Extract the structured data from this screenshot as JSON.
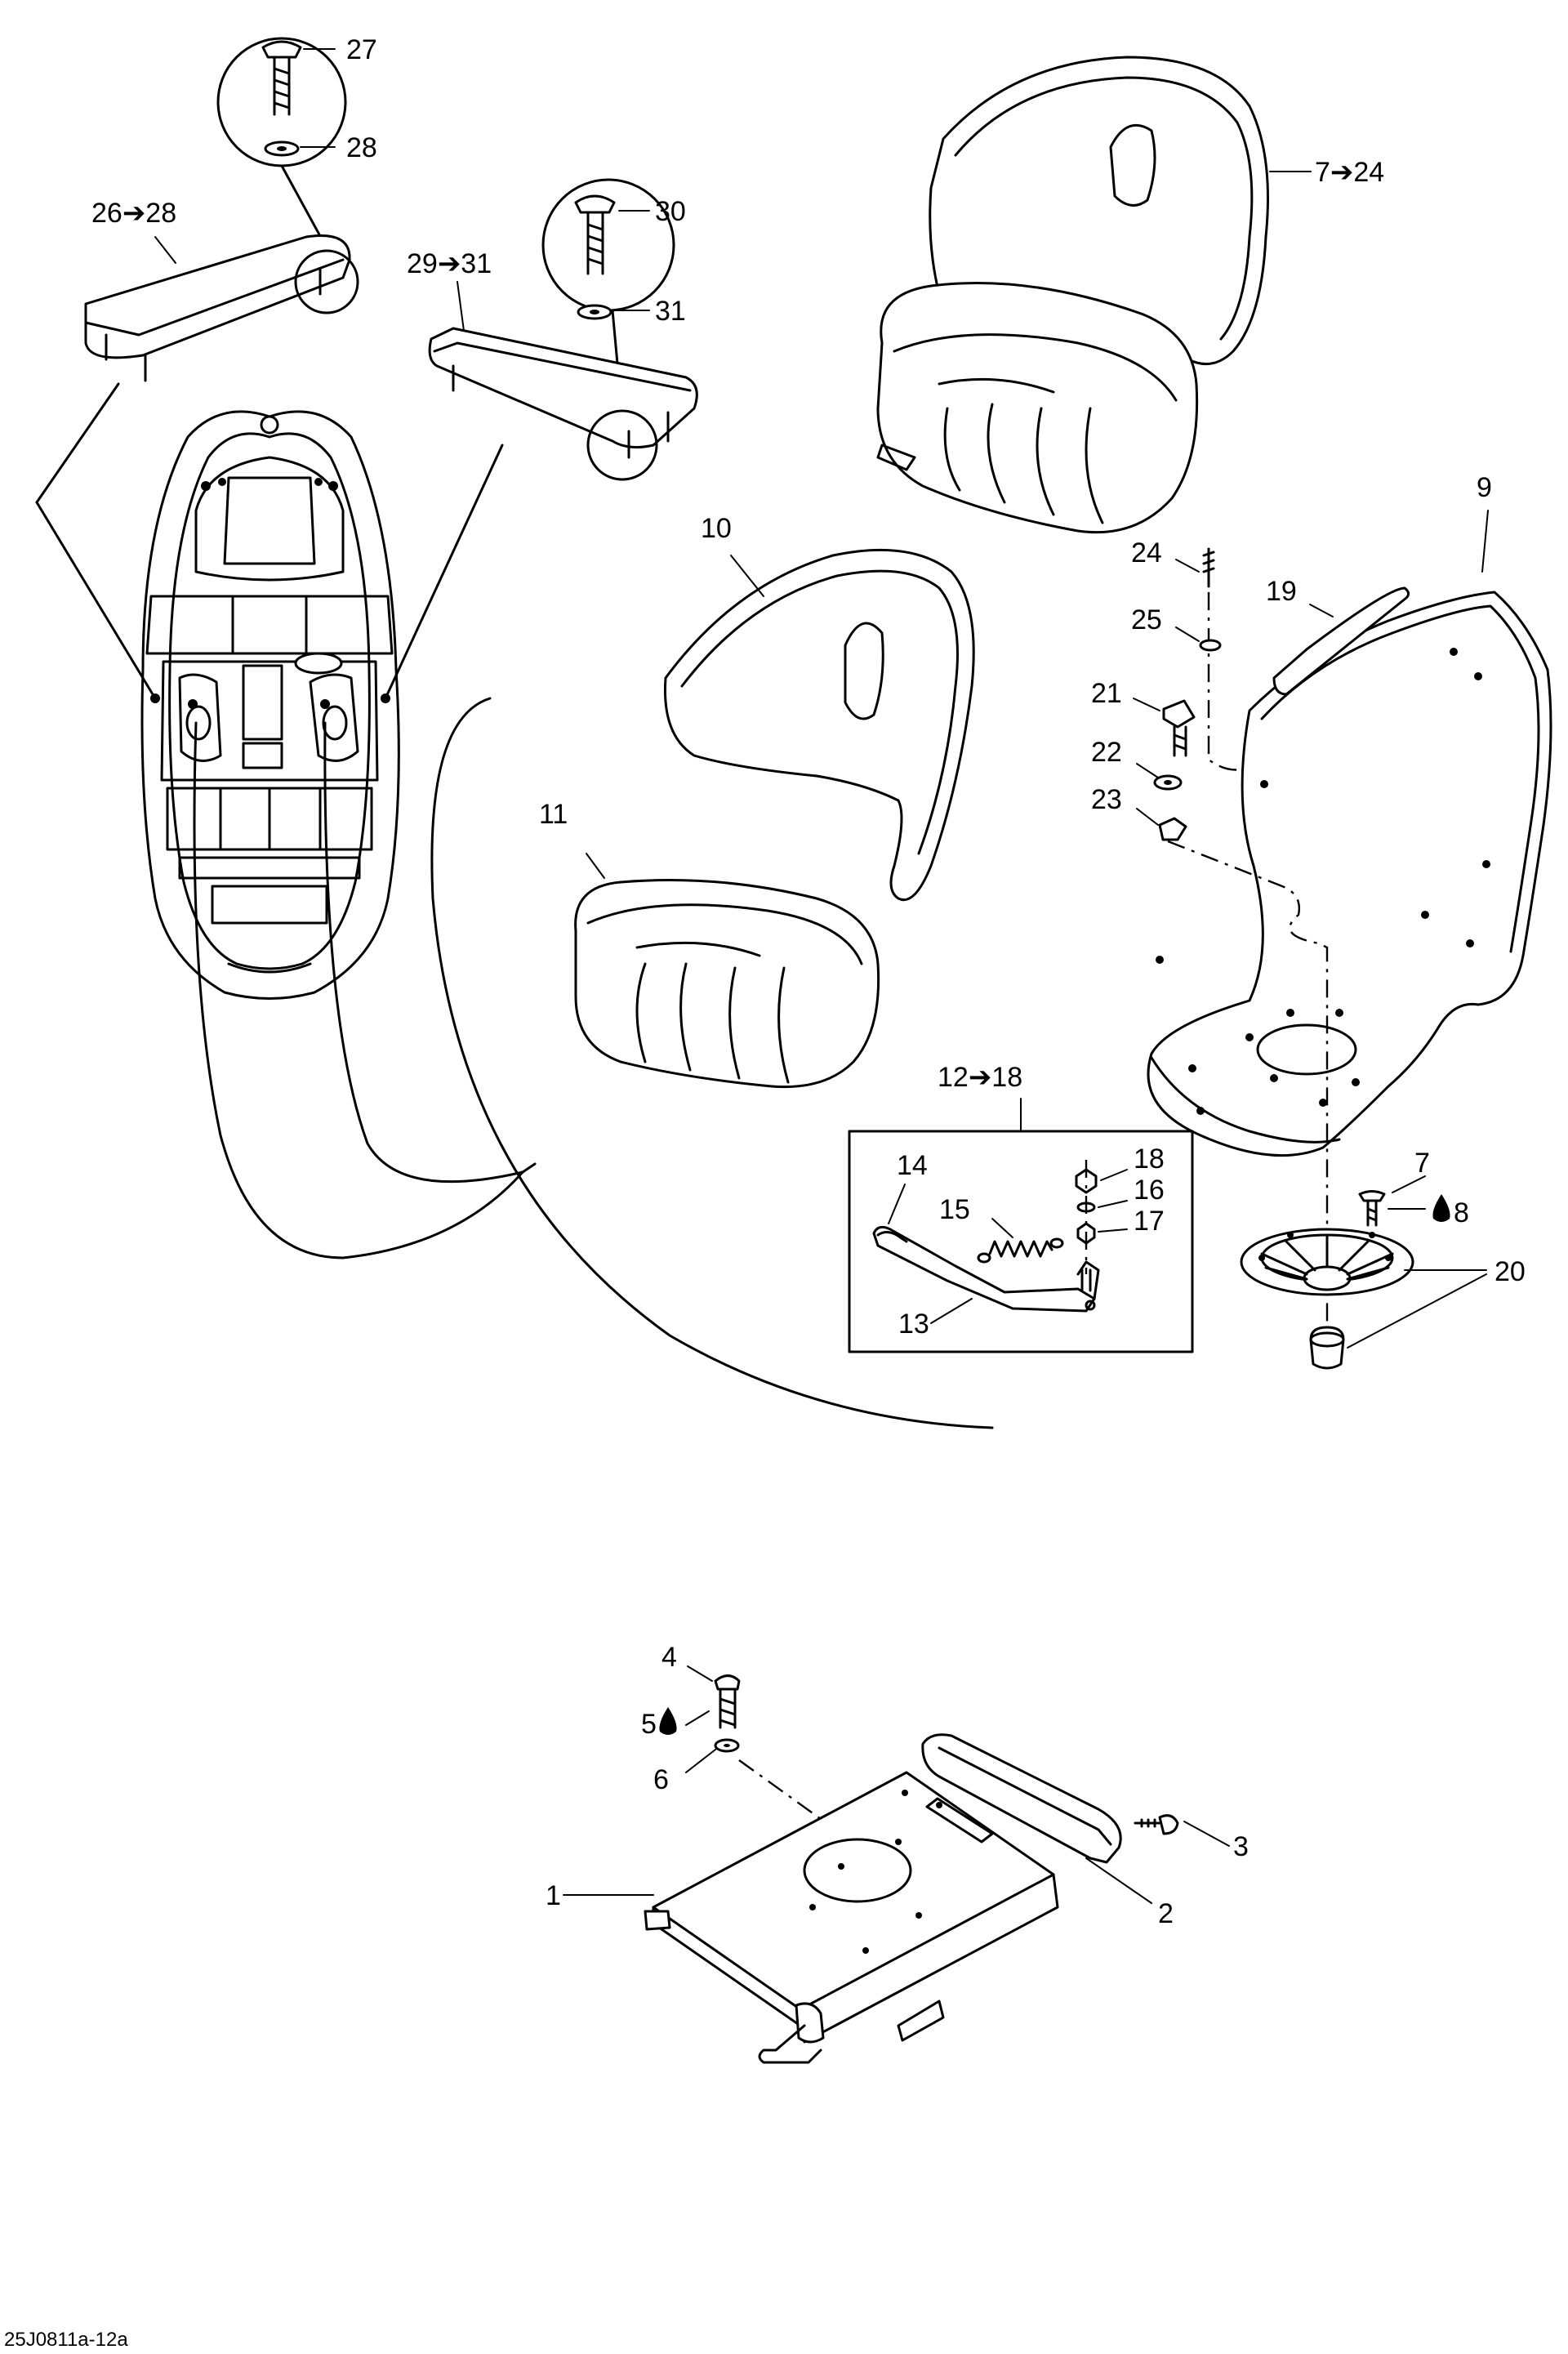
{
  "diagram": {
    "drawing_code": "25J0811a-12a",
    "callouts": {
      "c1": "1",
      "c2": "2",
      "c3": "3",
      "c4": "4",
      "c5": "5",
      "c6": "6",
      "c7": "7",
      "c8": "8",
      "c9": "9",
      "c10": "10",
      "c11": "11",
      "c12_18": "12➔18",
      "c13": "13",
      "c14": "14",
      "c15": "15",
      "c16": "16",
      "c17": "17",
      "c18": "18",
      "c19": "19",
      "c20": "20",
      "c21": "21",
      "c22": "22",
      "c23": "23",
      "c24": "24",
      "c25": "25",
      "c26_28": "26➔28",
      "c27": "27",
      "c28": "28",
      "c29_31": "29➔31",
      "c30": "30",
      "c31": "31",
      "c7_24": "7➔24"
    },
    "symbols": {
      "drop_icon": "adhesive-drop-icon"
    }
  }
}
